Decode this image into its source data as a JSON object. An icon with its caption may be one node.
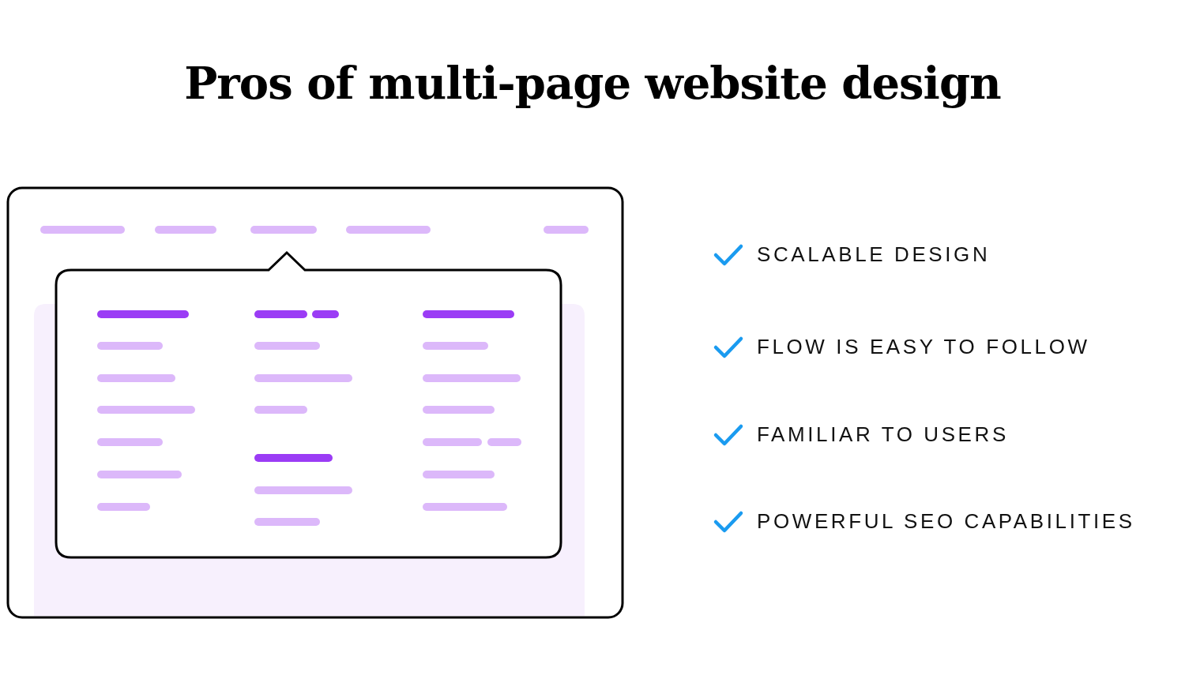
{
  "diagram": {
    "title": "Pros of multi-page website design",
    "labels": [
      "SCALABLE DESIGN",
      "FLOW IS EASY TO FOLLOW",
      "FAMILIAR TO USERS",
      "POWERFUL SEO CAPABILITIES"
    ]
  }
}
